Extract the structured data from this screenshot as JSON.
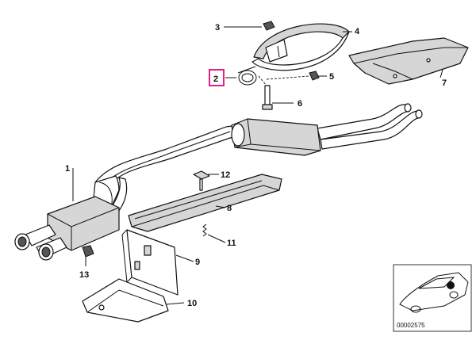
{
  "diagram": {
    "highlight_color": "#e0218a",
    "ink_color": "#111111",
    "callouts": [
      {
        "id": "1",
        "text": "1"
      },
      {
        "id": "2",
        "text": "2",
        "highlighted": true
      },
      {
        "id": "3",
        "text": "3"
      },
      {
        "id": "4",
        "text": "4"
      },
      {
        "id": "5",
        "text": "5"
      },
      {
        "id": "6",
        "text": "6"
      },
      {
        "id": "7",
        "text": "7"
      },
      {
        "id": "8",
        "text": "8"
      },
      {
        "id": "9",
        "text": "9"
      },
      {
        "id": "10",
        "text": "10"
      },
      {
        "id": "11",
        "text": "11"
      },
      {
        "id": "12",
        "text": "12"
      },
      {
        "id": "13",
        "text": "13"
      }
    ],
    "inset": {
      "code": "00002575"
    }
  }
}
